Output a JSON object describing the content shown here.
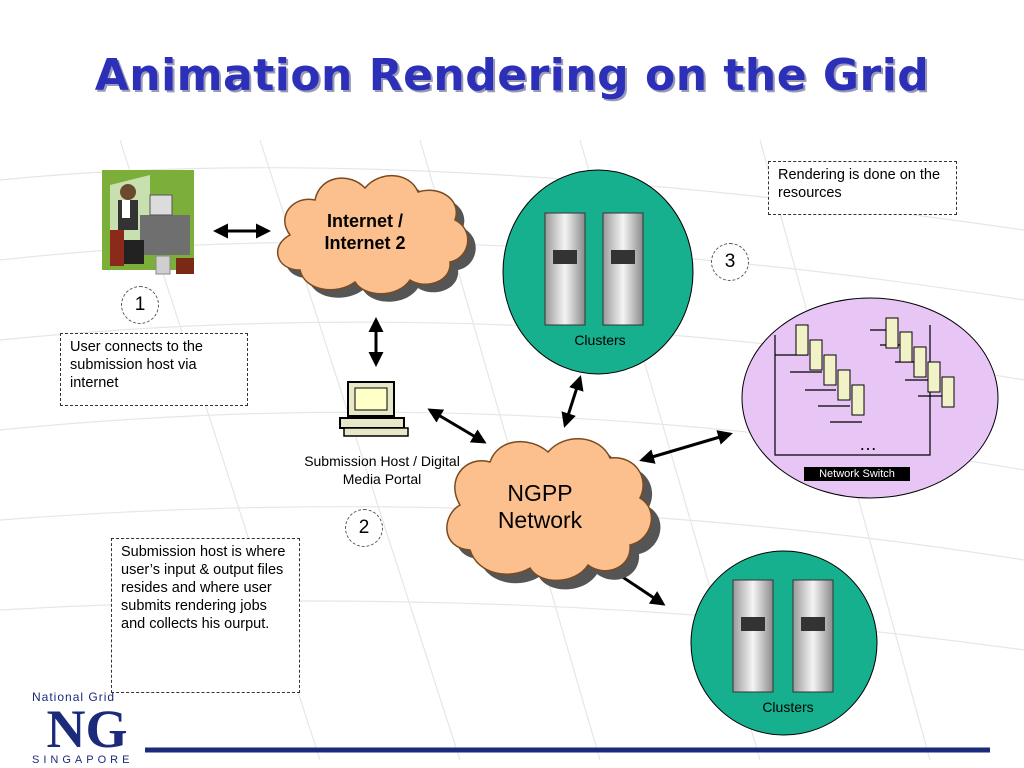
{
  "title": "Animation Rendering on the Grid",
  "nodes": {
    "internet_cloud": "Internet / Internet 2",
    "ngpp_cloud": "NGPP Network",
    "submission_host": "Submission Host / Digital Media Portal",
    "clusters_top": "Clusters",
    "clusters_bottom": "Clusters",
    "network_switch": "Network Switch",
    "ellipsis": "…"
  },
  "steps": [
    "1",
    "2",
    "3"
  ],
  "notes": {
    "user": "User connects to the submission host via internet",
    "submission": "Submission host is where user’s input & output files resides and where user submits rendering jobs and collects his ourput.",
    "rendering": "Rendering is done on the resources"
  },
  "logo": {
    "top": "National Grid",
    "main": "NG",
    "bottom": "SINGAPORE"
  },
  "colors": {
    "title": "#2c2fb8",
    "cloud": "#fcc08e",
    "cluster_circle": "#17b08e",
    "grid_circle": "#e7c6f5",
    "footer_line": "#1b2a7a"
  }
}
